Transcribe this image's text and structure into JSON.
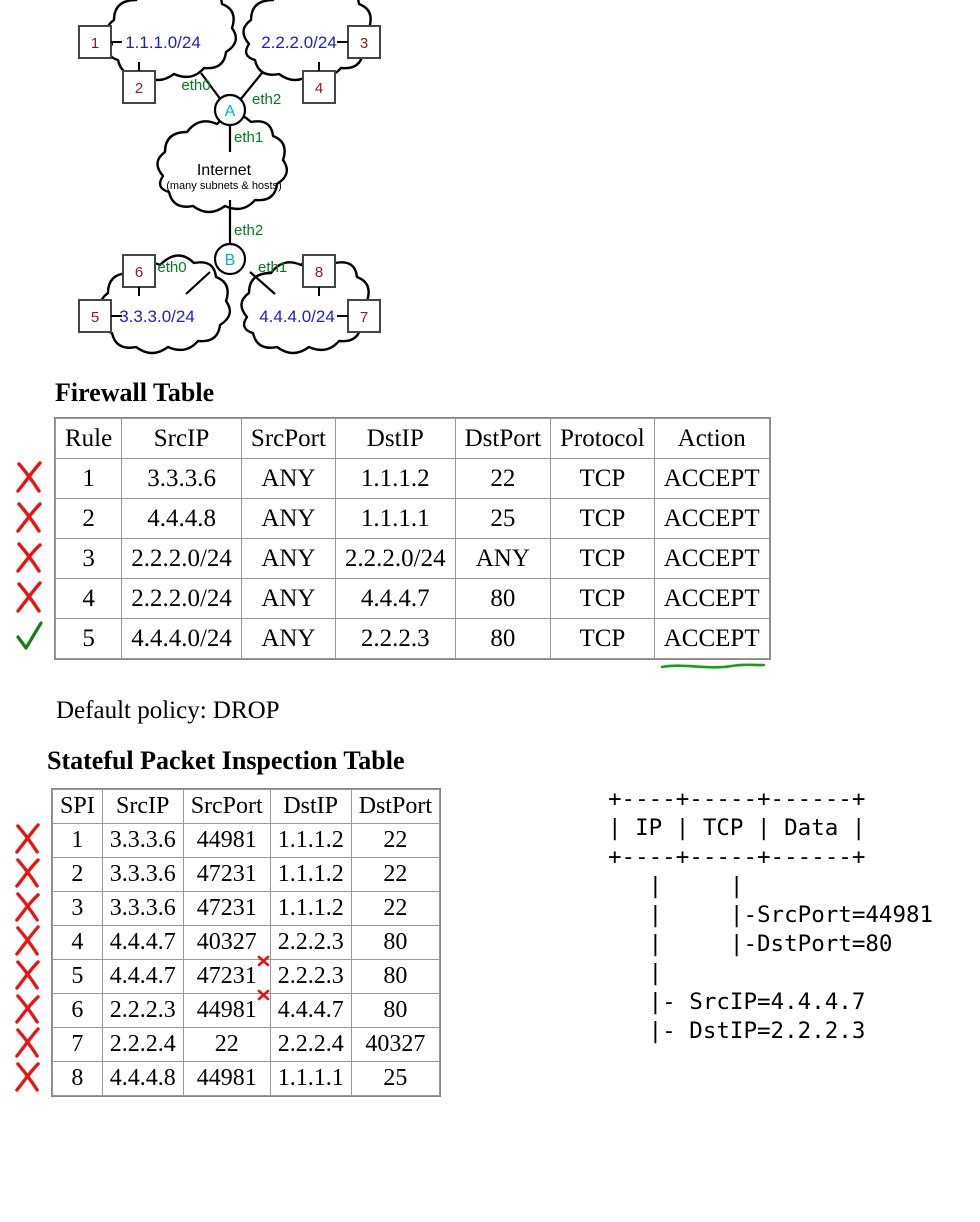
{
  "diagram": {
    "name": "network-topology",
    "clouds": [
      {
        "id": "cloud-1",
        "label": "1.1.1.0/24"
      },
      {
        "id": "cloud-2",
        "label": "2.2.2.0/24"
      },
      {
        "id": "cloud-internet",
        "label": "Internet",
        "sublabel": "(many subnets & hosts)"
      },
      {
        "id": "cloud-3",
        "label": "3.3.3.0/24"
      },
      {
        "id": "cloud-4",
        "label": "4.4.4.0/24"
      }
    ],
    "hosts": [
      "1",
      "2",
      "3",
      "4",
      "5",
      "6",
      "7",
      "8"
    ],
    "routers": [
      "A",
      "B"
    ],
    "interfaces_a": [
      "eth0",
      "eth2",
      "eth1"
    ],
    "interfaces_b": [
      "eth2",
      "eth0",
      "eth1"
    ],
    "colors": {
      "subnet_label": "#2020c0",
      "host_number": "#8b1a1a",
      "router_letter": "#00b0d0",
      "interface_label": "#007c1e",
      "line": "#000000"
    }
  },
  "firewall": {
    "title": "Firewall Table",
    "default_policy": "Default policy: DROP",
    "columns": [
      "Rule",
      "SrcIP",
      "SrcPort",
      "DstIP",
      "DstPort",
      "Protocol",
      "Action"
    ],
    "rows": [
      {
        "mark": "cross",
        "cells": [
          "1",
          "3.3.3.6",
          "ANY",
          "1.1.1.2",
          "22",
          "TCP",
          "ACCEPT"
        ]
      },
      {
        "mark": "cross",
        "cells": [
          "2",
          "4.4.4.8",
          "ANY",
          "1.1.1.1",
          "25",
          "TCP",
          "ACCEPT"
        ]
      },
      {
        "mark": "cross",
        "cells": [
          "3",
          "2.2.2.0/24",
          "ANY",
          "2.2.2.0/24",
          "ANY",
          "TCP",
          "ACCEPT"
        ]
      },
      {
        "mark": "cross",
        "cells": [
          "4",
          "2.2.2.0/24",
          "ANY",
          "4.4.4.7",
          "80",
          "TCP",
          "ACCEPT"
        ]
      },
      {
        "mark": "check",
        "cells": [
          "5",
          "4.4.4.0/24",
          "ANY",
          "2.2.2.3",
          "80",
          "TCP",
          "ACCEPT"
        ],
        "underline_action": true
      }
    ]
  },
  "spi": {
    "title": "Stateful Packet Inspection Table",
    "columns": [
      "SPI",
      "SrcIP",
      "SrcPort",
      "DstIP",
      "DstPort"
    ],
    "rows": [
      {
        "mark": "cross",
        "cells": [
          "1",
          "3.3.3.6",
          "44981",
          "1.1.1.2",
          "22"
        ]
      },
      {
        "mark": "cross",
        "cells": [
          "2",
          "3.3.3.6",
          "47231",
          "1.1.1.2",
          "22"
        ]
      },
      {
        "mark": "cross",
        "cells": [
          "3",
          "3.3.3.6",
          "47231",
          "1.1.1.2",
          "22"
        ]
      },
      {
        "mark": "cross",
        "cells": [
          "4",
          "4.4.4.7",
          "40327",
          "2.2.2.3",
          "80"
        ],
        "inline_mark": "small-cross"
      },
      {
        "mark": "cross",
        "cells": [
          "5",
          "4.4.4.7",
          "47231",
          "2.2.2.3",
          "80"
        ],
        "inline_mark": "small-cross"
      },
      {
        "mark": "cross",
        "cells": [
          "6",
          "2.2.2.3",
          "44981",
          "4.4.4.7",
          "80"
        ]
      },
      {
        "mark": "cross",
        "cells": [
          "7",
          "2.2.2.4",
          "22",
          "2.2.2.4",
          "40327"
        ]
      },
      {
        "mark": "cross",
        "cells": [
          "8",
          "4.4.4.8",
          "44981",
          "1.1.1.1",
          "25"
        ]
      }
    ]
  },
  "packet": {
    "ascii": "+----+-----+------+\n| IP | TCP | Data |\n+----+-----+------+\n   |     |\n   |     |-SrcPort=44981\n   |     |-DstPort=80\n   |\n   |- SrcIP=4.4.4.7\n   |- DstIP=2.2.2.3",
    "fields": {
      "SrcPort": "44981",
      "DstPort": "80",
      "SrcIP": "4.4.4.7",
      "DstIP": "2.2.2.3"
    },
    "headers": [
      "IP",
      "TCP",
      "Data"
    ]
  },
  "annotation_colors": {
    "cross": "#ee1111",
    "check": "#108010",
    "underline": "#16a016"
  }
}
